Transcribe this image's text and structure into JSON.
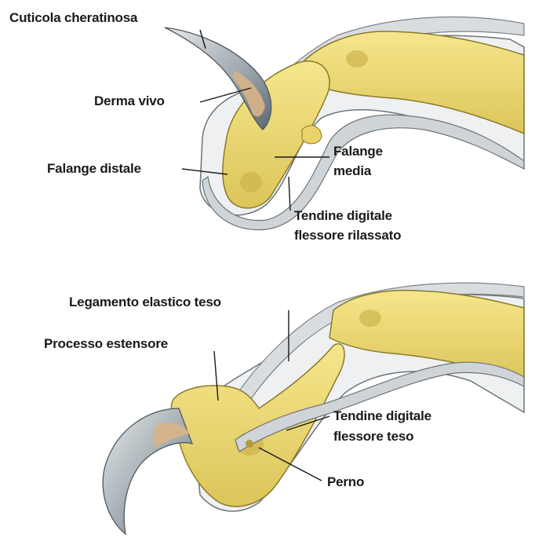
{
  "colors": {
    "bone": "#f1df7a",
    "bone_shadow": "#c9b24a",
    "claw": "#8a959c",
    "claw_light": "#e2e6e8",
    "dermis": "#d8b486",
    "sheath": "#b5bcc2",
    "tendon": "#d4d9dc",
    "outline": "#4a4a4a"
  },
  "top_panel": {
    "labels": {
      "cuticola": "Cuticola cheratinosa",
      "derma": "Derma vivo",
      "falange_distale": "Falange distale",
      "falange_media_1": "Falange",
      "falange_media_2": "media",
      "tendine_rilassato_1": "Tendine digitale",
      "tendine_rilassato_2": "flessore rilassato"
    }
  },
  "bottom_panel": {
    "labels": {
      "legamento": "Legamento elastico teso",
      "processo": "Processo estensore",
      "tendine_teso_1": "Tendine digitale",
      "tendine_teso_2": "flessore teso",
      "perno": "Perno"
    }
  }
}
